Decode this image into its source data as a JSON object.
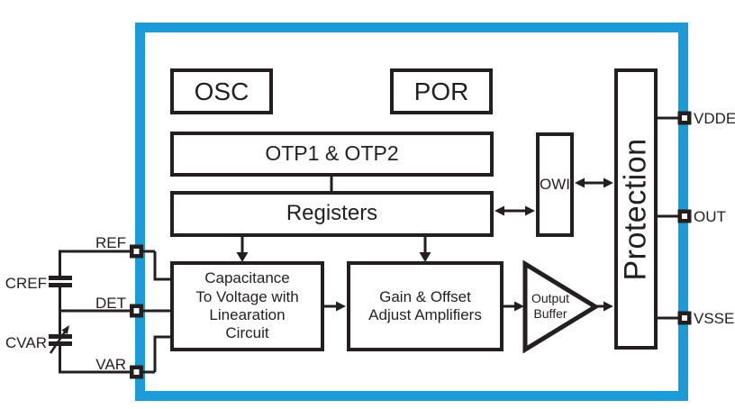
{
  "diagram": {
    "title": "capacitance-sensor-ic-block-diagram",
    "colors": {
      "chip_border_blue": "#1B9CD9",
      "line_black": "#231F20",
      "background": "#FFFFFF"
    },
    "blocks": {
      "osc": {
        "label": "OSC"
      },
      "por": {
        "label": "POR"
      },
      "otp": {
        "label": "OTP1 & OTP2"
      },
      "registers": {
        "label": "Registers"
      },
      "c2v": {
        "label": "Capacitance\nTo Voltage with\nLinearation\nCircuit"
      },
      "gain": {
        "label": "Gain & Offset\nAdjust Amplifiers"
      },
      "output_buffer": {
        "label": "Output\nBuffer"
      },
      "owi": {
        "label": "OWI"
      },
      "protection": {
        "label": "Protection"
      }
    },
    "pins": {
      "left": [
        {
          "name": "REF"
        },
        {
          "name": "DET"
        },
        {
          "name": "VAR"
        }
      ],
      "right": [
        {
          "name": "VDDE"
        },
        {
          "name": "OUT"
        },
        {
          "name": "VSSE"
        }
      ]
    },
    "external_components": {
      "cref": {
        "label": "CREF",
        "type": "fixed-capacitor"
      },
      "cvar": {
        "label": "CVAR",
        "type": "variable-capacitor"
      }
    }
  }
}
